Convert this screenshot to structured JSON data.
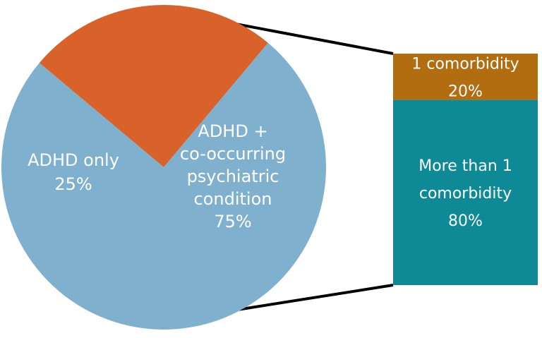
{
  "chart_data": {
    "type": "pie",
    "title": "",
    "slices": [
      {
        "lines": [
          "ADHD only",
          "25%"
        ],
        "value": 25,
        "color": "#D9622B"
      },
      {
        "lines": [
          "ADHD +",
          "co-occurring",
          "psychiatric",
          "condition",
          "75%"
        ],
        "value": 75,
        "color": "#7FB0CD"
      }
    ],
    "breakdown": {
      "type": "stacked-bar",
      "segments": [
        {
          "lines": [
            "1 comorbidity",
            "20%"
          ],
          "value": 20,
          "color": "#B26D10"
        },
        {
          "lines": [
            "More than  1",
            "comorbidity",
            "80%"
          ],
          "value": 80,
          "color": "#0E8A96"
        }
      ],
      "connector_color": "#000000"
    }
  }
}
